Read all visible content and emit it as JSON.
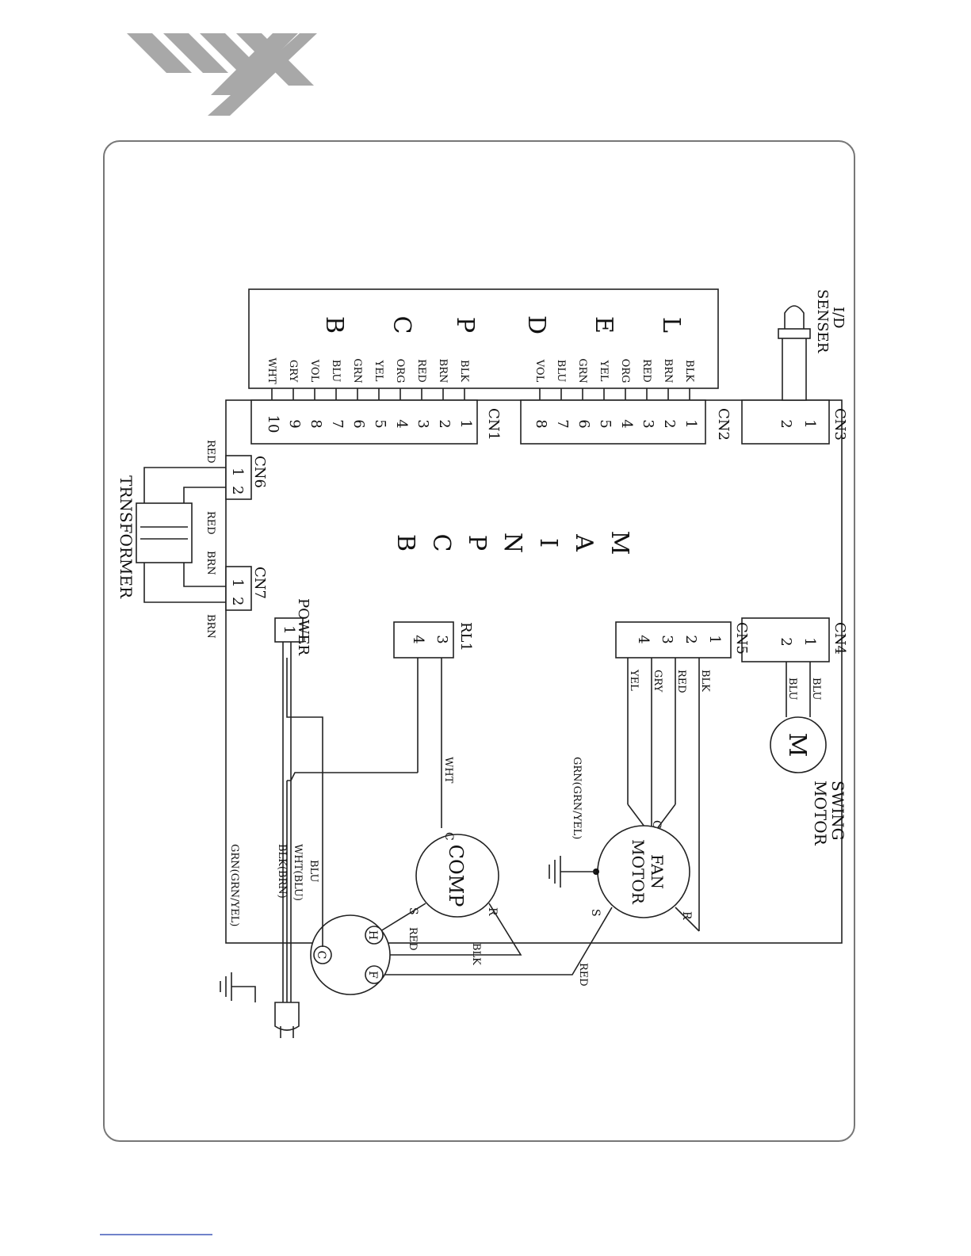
{
  "main_board": {
    "label": [
      "M",
      "A",
      "I",
      "N",
      "P",
      "C",
      "B"
    ]
  },
  "cn1": {
    "label": "CN1",
    "pins": [
      "1",
      "2",
      "3",
      "4",
      "5",
      "6",
      "7",
      "8",
      "9",
      "10"
    ],
    "wires": [
      "BLK",
      "BRN",
      "RED",
      "ORG",
      "YEL",
      "GRN",
      "BLU",
      "VOL",
      "GRY",
      "WHT"
    ]
  },
  "cn2": {
    "label": "CN2",
    "pins": [
      "1",
      "2",
      "3",
      "4",
      "5",
      "6",
      "7",
      "8"
    ],
    "wires": [
      "BLK",
      "BRN",
      "RED",
      "ORG",
      "YEL",
      "GRN",
      "BLU",
      "VOL"
    ]
  },
  "cn3": {
    "label": "CN3",
    "pins": [
      "1",
      "2"
    ]
  },
  "cn4": {
    "label": "CN4",
    "pins": [
      "1",
      "2"
    ],
    "wires": [
      "BLU",
      "BLU"
    ]
  },
  "cn5": {
    "label": "CN5",
    "pins": [
      "1",
      "2",
      "3",
      "4"
    ],
    "wires": [
      "BLK",
      "RED",
      "GRY",
      "YEL"
    ]
  },
  "cn6": {
    "label": "CN6",
    "pins": [
      "1",
      "2"
    ],
    "wires": [
      "RED",
      "RED"
    ]
  },
  "cn7": {
    "label": "CN7",
    "pins": [
      "1",
      "2"
    ],
    "wires": [
      "BRN",
      "BRN"
    ]
  },
  "rl1": {
    "label": "RL1",
    "pins": [
      "3",
      "4"
    ]
  },
  "power": {
    "label": "POWER",
    "pin": "1"
  },
  "display": {
    "letters": [
      "L",
      "E",
      "D",
      "P",
      "C",
      "B"
    ]
  },
  "sensor": {
    "label_line1": "I/D",
    "label_line2": "SENSER"
  },
  "swing_motor": {
    "symbol": "M",
    "label_line1": "SWING",
    "label_line2": "MOTOR"
  },
  "fan_motor": {
    "label_line1": "FAN",
    "label_line2": "MOTOR",
    "c": "C",
    "s": "S",
    "r": "R",
    "ground_wire": "GRN(GRN/YEL)",
    "s_wire": "RED"
  },
  "compressor": {
    "label": "COMP",
    "c": "C",
    "s": "S",
    "r": "R",
    "c_wire": "WHT",
    "s_wire": "RED",
    "r_wire": "BLK"
  },
  "overload": {
    "h": "H",
    "c": "C",
    "f": "F"
  },
  "transformer": {
    "label": "TRNSFORMER"
  },
  "power_cord": {
    "wire1": "BLU",
    "wire2": "WHT(BLU)",
    "wire3": "BLK(BRN)",
    "ground_wire": "GRN(GRN/YEL)"
  }
}
